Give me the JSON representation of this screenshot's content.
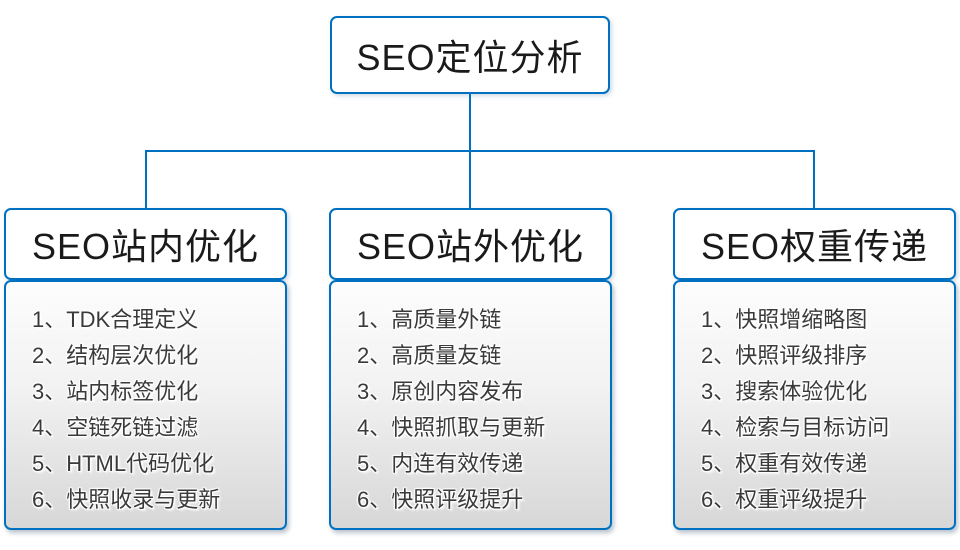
{
  "diagram": {
    "title": "SEO定位分析",
    "line_color": "#0070C0",
    "branches": [
      {
        "title": "SEO站内优化",
        "items": [
          "1、TDK合理定义",
          "2、结构层次优化",
          "3、站内标签优化",
          "4、空链死链过滤",
          "5、HTML代码优化",
          "6、快照收录与更新"
        ]
      },
      {
        "title": "SEO站外优化",
        "items": [
          "1、高质量外链",
          "2、高质量友链",
          "3、原创内容发布",
          "4、快照抓取与更新",
          "5、内连有效传递",
          "6、快照评级提升"
        ]
      },
      {
        "title": "SEO权重传递",
        "items": [
          "1、快照增缩略图",
          "2、快照评级排序",
          "3、搜索体验优化",
          "4、检索与目标访问",
          "5、权重有效传递",
          "6、权重评级提升"
        ]
      }
    ]
  }
}
